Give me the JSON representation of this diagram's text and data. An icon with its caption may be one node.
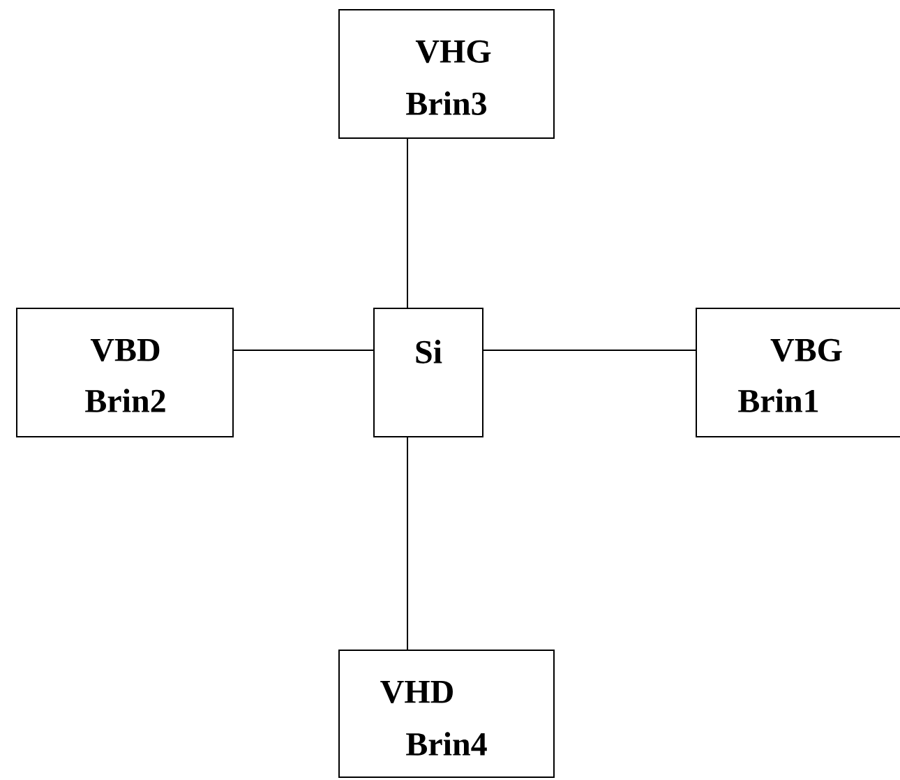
{
  "diagram": {
    "nodes": [
      {
        "text": [
          "VHG",
          "Brin3"
        ]
      },
      {
        "text": [
          "VBD",
          "Brin2"
        ]
      },
      {
        "text": [
          "Si"
        ]
      },
      {
        "text": [
          "VBG",
          "Brin1"
        ]
      },
      {
        "text": [
          "VHD",
          "Brin4"
        ]
      }
    ],
    "edges": [
      {
        "from": 2,
        "to": 0,
        "arrow": "none"
      },
      {
        "from": 2,
        "to": 1,
        "arrow": "none"
      },
      {
        "from": 2,
        "to": 3,
        "arrow": "none"
      },
      {
        "from": 2,
        "to": 4,
        "arrow": "none"
      }
    ]
  }
}
